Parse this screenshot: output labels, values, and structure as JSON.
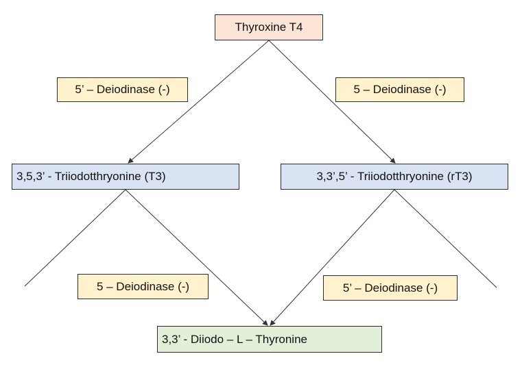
{
  "nodes": {
    "t4": "Thyroxine T4",
    "t3": "3,5,3’ - Triiodotthryonine (T3)",
    "rt3": "3,3’,5’ - Triiodotthryonine (rT3)",
    "diiodo": "3,3’ -  Diiodo – L – Thyronine"
  },
  "enzymes": {
    "t4_to_t3": "5’ – Deiodinase (-)",
    "t4_to_rt3": "5 – Deiodinase (-)",
    "t3_to_diiodo": "5 – Deiodinase (-)",
    "rt3_to_diiodo": "5’ – Deiodinase (-)"
  },
  "colors": {
    "hormone_box": "#fce4d6",
    "t3_box": "#dae3f3",
    "product_box": "#e2f0d9",
    "enzyme_box": "#fff2cc",
    "line": "#333333"
  }
}
